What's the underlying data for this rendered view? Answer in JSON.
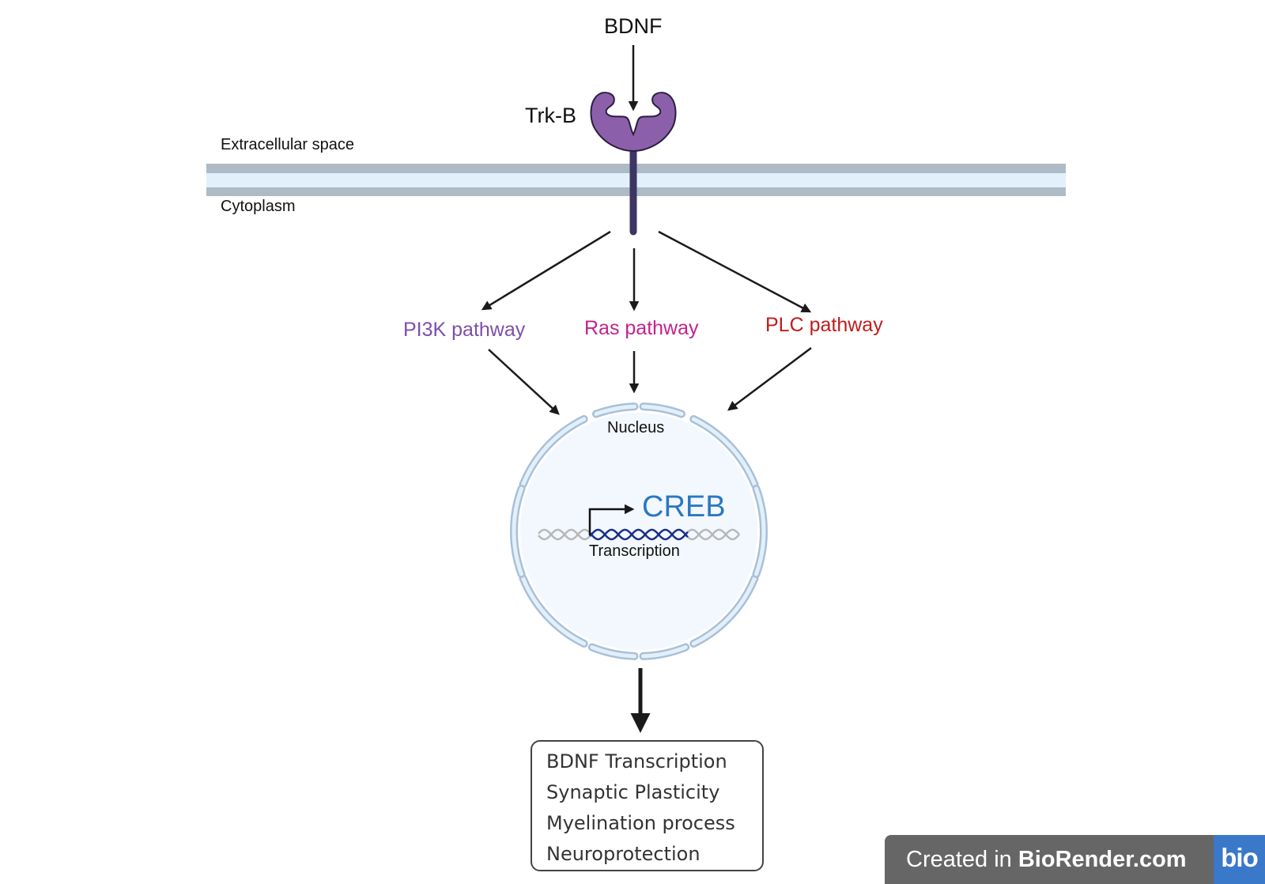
{
  "diagram": {
    "ligand": "BDNF",
    "receptor": "Trk-B",
    "compartments": {
      "extracellular": "Extracellular space",
      "cytoplasm": "Cytoplasm"
    },
    "pathways": [
      {
        "label": "PI3K pathway",
        "color": "#7e4fa8"
      },
      {
        "label": "Ras pathway",
        "color": "#c3228f"
      },
      {
        "label": "PLC pathway",
        "color": "#c01c1c"
      }
    ],
    "nucleus": {
      "label": "Nucleus",
      "gene": "CREB",
      "gene_color": "#2a78c2",
      "process": "Transcription"
    },
    "outcomes": [
      "BDNF Transcription",
      "Synaptic Plasticity",
      "Myelination process",
      "Neuroprotection"
    ],
    "colors": {
      "receptor": "#8c5fab",
      "receptor_stem": "#3d3563",
      "membrane_outer": "#aebbc7",
      "membrane_inner": "#e2f0fc",
      "nucleus_fill": "#f3f8fe",
      "nucleus_envelope": "#a9c0d6",
      "dna_active": "#1a2f8a",
      "dna_inactive": "#b8b8b8"
    }
  },
  "watermark": {
    "prefix": "Created in ",
    "brand": "BioRender.com",
    "logo": "bio"
  }
}
